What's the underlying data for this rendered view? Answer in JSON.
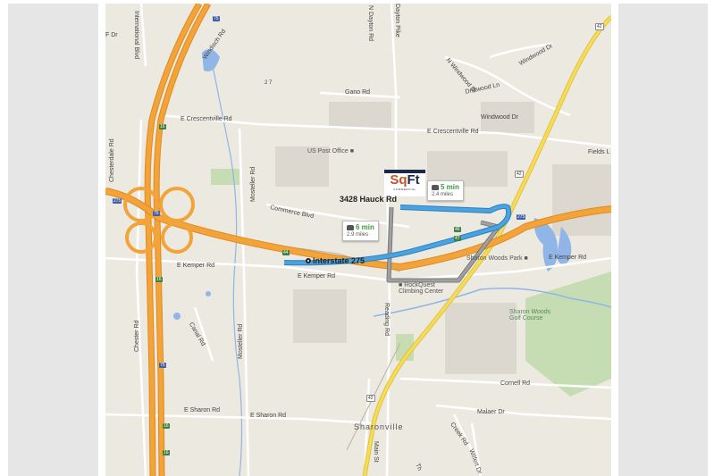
{
  "logo": {
    "brand_main": "Sq",
    "brand_f": "Ft",
    "brand_sub": "COMMERCIAL"
  },
  "origin": {
    "label": "3428 Hauck Rd"
  },
  "destination": {
    "label": "Interstate 275"
  },
  "routes": [
    {
      "time": "5 min",
      "distance": "2.4 miles",
      "selected": true,
      "color": "#4aa3df"
    },
    {
      "time": "6 min",
      "distance": "2.9 miles",
      "selected": false,
      "color": "#8c8c8c"
    }
  ],
  "roads": {
    "international_blvd": "International Blvd",
    "windisch_rd": "Windisch Rd",
    "crescentville_w": "E Crescentville Rd",
    "crescentville_e": "E Crescentville Rd",
    "chesterdale_rd": "Chesterdale Rd",
    "commerce_blvd": "Commerce Blvd",
    "mosteller_rd_n": "Mosteller Rd",
    "mosteller_rd_s": "Mosteller Rd",
    "kemper_w": "E Kemper Rd",
    "kemper_mid": "E Kemper Rd",
    "kemper_e": "E Kemper Rd",
    "canal_rd": "Canal Rd",
    "chester_rd": "Chester Rd",
    "sharon_w": "E Sharon Rd",
    "sharon_e": "E Sharon Rd",
    "reading_rd": "Reading Rd",
    "main_st": "Main St",
    "gano_rd": "Gano Rd",
    "dayton_pike": "Dayton Pike",
    "n_dayton_rd": "N Dayton Rd",
    "n_windwood_dr": "N Windwood Dr",
    "driftwood_ln": "Driftwood Ln",
    "windwood_dr": "Windwood Dr",
    "windwood_dr_n": "Windwood Dr",
    "fields_ertel": "Fields L",
    "cornell_rd": "Cornell Rd",
    "malaer_dr": "Malaer Dr",
    "creek_rd": "Creek Rd",
    "wilfert_dr": "Wilfert Dr",
    "thornview": "Th",
    "fr_dr": "F Dr"
  },
  "pois": {
    "post_office": "US Post Office",
    "climbing_1": "RockQuest",
    "climbing_2": "Climbing Center",
    "sharon_woods_park": "Sharon Woods Park",
    "golf_1": "Sharon Woods",
    "golf_2": "Golf Course"
  },
  "town": "Sharonville",
  "shields": {
    "i75_top": "75",
    "i75_mid": "75",
    "i75_bot": "75",
    "i275_w": "275",
    "i275_e": "275",
    "us42_n": "42",
    "us42_mid": "42",
    "us42_s": "42",
    "sr16_a": "16",
    "sr16_b": "16",
    "sr16_c": "16",
    "sr16_d": "16",
    "exit_44": "44",
    "exit_46": "46",
    "exit_47": "47",
    "nums_27": "2 7"
  },
  "colors": {
    "land": "#ece9e1",
    "highway": "#f2a33a",
    "highway_edge": "#e08a1f",
    "arterial": "#f7dc5a",
    "minor_road": "#ffffff",
    "water": "#8fb6e6",
    "park": "#c6dcb2",
    "industrial": "#dcd8cf",
    "selected_route": "#4aa3df",
    "alt_route": "#8c8c8c"
  }
}
